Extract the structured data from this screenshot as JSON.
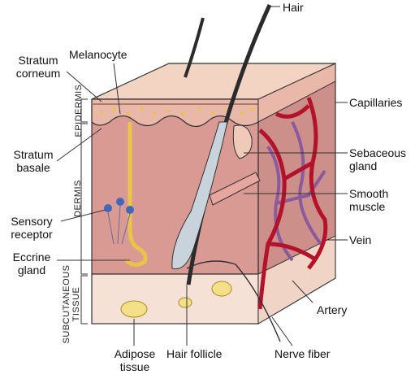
{
  "labels": {
    "hair": "Hair",
    "melanocyte": "Melanocyte",
    "stratum_corneum": [
      "Stratum",
      "corneum"
    ],
    "capillaries": "Capillaries",
    "stratum_basale": [
      "Stratum",
      "basale"
    ],
    "sebaceous_gland": [
      "Sebaceous",
      "gland"
    ],
    "smooth_muscle": [
      "Smooth",
      "muscle"
    ],
    "sensory_receptor": [
      "Sensory",
      "receptor"
    ],
    "vein": "Vein",
    "eccrine_gland": [
      "Eccrine",
      "gland"
    ],
    "artery": "Artery",
    "adipose_tissue": [
      "Adipose",
      "tissue"
    ],
    "hair_follicle": "Hair follicle",
    "nerve_fiber": "Nerve fiber"
  },
  "layers": {
    "epidermis": "EPIDERMIS",
    "dermis": "DERMIS",
    "subcutaneous": [
      "SUBCUTANEOUS",
      "TISSUE"
    ]
  },
  "colors": {
    "top_surface": "#f3d3c2",
    "epidermis": "#e9b8a9",
    "dermis": "#d99a93",
    "subcutaneous": "#f5e1d6",
    "right_face": "#c98f8a",
    "artery": "#b3122a",
    "vein": "#8a5a9c",
    "gland": "#e9c44a",
    "hair": "#2b2b2b",
    "receptor": "#4466bb"
  }
}
